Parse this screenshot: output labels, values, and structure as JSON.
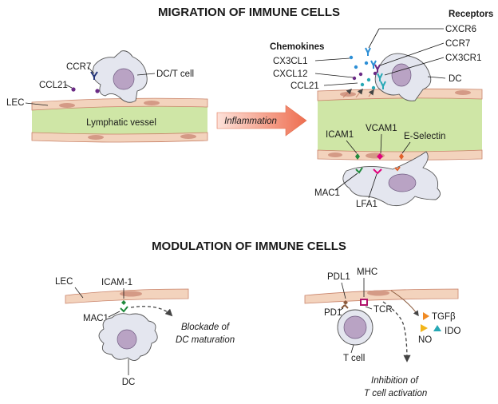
{
  "migration": {
    "title": "MIGRATION OF IMMUNE CELLS",
    "left": {
      "lec_label": "LEC",
      "ccr7_label": "CCR7",
      "ccl21_label": "CCL21",
      "cell_label": "DC/T cell",
      "vessel_label": "Lymphatic vessel"
    },
    "arrow_label": "Inflammation",
    "right": {
      "chemokines_header": "Chemokines",
      "receptors_header": "Receptors",
      "chemokines": [
        "CX3CL1",
        "CXCL12",
        "CCL21"
      ],
      "receptors": [
        "CXCR6",
        "CCR7",
        "CX3CR1"
      ],
      "dc_label": "DC",
      "adhesion": [
        "ICAM1",
        "VCAM1",
        "E-Selectin"
      ],
      "ligands": [
        "MAC1",
        "LFA1"
      ]
    }
  },
  "modulation": {
    "title": "MODULATION OF IMMUNE CELLS",
    "left": {
      "lec_label": "LEC",
      "icam_label": "ICAM-1",
      "mac1_label": "MAC1",
      "dc_label": "DC",
      "outcome_line1": "Blockade of",
      "outcome_line2": "DC maturation"
    },
    "right": {
      "pdl1_label": "PDL1",
      "mhc_label": "MHC",
      "pd1_label": "PD1",
      "tcr_label": "TCR",
      "tcell_label": "T cell",
      "tgfb_label": "TGFβ",
      "no_label": "NO",
      "ido_label": "IDO",
      "outcome_line1": "Inhibition of",
      "outcome_line2": "T cell activation"
    }
  },
  "colors": {
    "vessel_fill": "#cfe6a6",
    "endothelium": "#f3d3bd",
    "endothelium_stroke": "#c9836a",
    "nucleus": "#b9a3c4",
    "cell_fill": "#e4e6ef",
    "arrow_pink": "#ee7d62",
    "icam_green": "#1f8a3c",
    "vcam_magenta": "#e0007a",
    "eselectin_orange": "#e2612b",
    "tgfb_orange": "#f08a24",
    "no_yellow": "#f2b51a",
    "ido_teal": "#27a8b5",
    "ccr7_navy": "#24357a",
    "ccl21_purple": "#6a2a85",
    "cxcr6_blue": "#2d8fd6",
    "pd_brown": "#8a5a3c"
  }
}
